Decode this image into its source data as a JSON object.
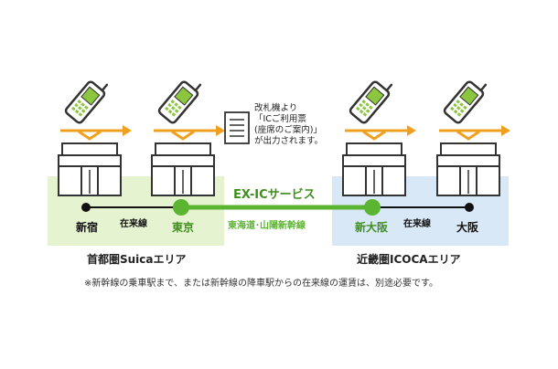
{
  "regions": [
    {
      "id": "suica",
      "label": "首都圏Suicaエリア",
      "fill": "#e6f3d1"
    },
    {
      "id": "icoca",
      "label": "近畿圏ICOCAエリア",
      "fill": "#d8e8f7"
    }
  ],
  "stations": [
    {
      "name": "新宿",
      "type": "local"
    },
    {
      "name": "東京",
      "type": "shinkansen"
    },
    {
      "name": "新大阪",
      "type": "shinkansen"
    },
    {
      "name": "大阪",
      "type": "local"
    }
  ],
  "segments": {
    "left_local": "在来線",
    "shinkansen": "東海道･山陽新幹線",
    "right_local": "在来線"
  },
  "service_label": "EX-ICサービス",
  "ticket_note": [
    "改札機より",
    "「ICご利用票",
    "(座席のご案内)」",
    "が出力されます。"
  ],
  "footnote": "※新幹線の乗車駅まで、または新幹線の降車駅からの在来線の運賃は、別途必要です。",
  "colors": {
    "green": "#5cb531",
    "green_dark": "#3f8f1f",
    "orange": "#f0a020",
    "black": "#111111",
    "phone_screen": "#8cc63f",
    "phone_body": "#333333"
  },
  "icons": {
    "phone": "mobile-phone-icon",
    "gate": "ticket-gate-icon",
    "ticket": "ic-usage-slip-icon",
    "arrow": "touch-arrow-icon"
  }
}
